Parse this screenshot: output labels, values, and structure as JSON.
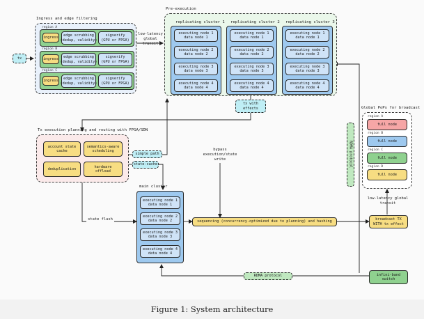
{
  "tx_input": "tx",
  "ingress": {
    "title": "Ingress and edge filtering",
    "regions": [
      {
        "label": "region A",
        "ingress": "ingress",
        "scrub": "edge scrubbing\n(dedup, validity)",
        "sig": "sigverify\n(GPU or FPGA)"
      },
      {
        "label": "region B",
        "ingress": "ingress",
        "scrub": "edge scrubbing\n(dedup, validity)",
        "sig": "sigverify\n(GPU or FPGA)"
      },
      {
        "label": "region C",
        "ingress": "ingress",
        "scrub": "edge scrubbing\n(dedup, validity)",
        "sig": "sigverify\n(GPU or FPGA)"
      }
    ]
  },
  "low_latency_label": "low-latency\nglobal\ntransit",
  "pre_execution": {
    "title": "Pre-execution",
    "clusters": [
      {
        "title": "replicating cluster 1",
        "nodes": [
          "executing node 1\ndata node 1",
          "executing node 2\ndata node 2",
          "executing node 3\ndata node 3",
          "executing node 4\ndata node 4"
        ]
      },
      {
        "title": "replicating cluster 2",
        "nodes": [
          "executing node 1\ndata node 1",
          "executing node 2\ndata node 2",
          "executing node 3\ndata node 3",
          "executing node 4\ndata node 4"
        ]
      },
      {
        "title": "replicating cluster 3",
        "nodes": [
          "executing node 1\ndata node 1",
          "executing node 2\ndata node 2",
          "executing node 3\ndata node 3",
          "executing node 4\ndata node 4"
        ]
      }
    ]
  },
  "tx_with_effects": "tx with\neffects",
  "planning": {
    "title": "Tx execution planning and routing with FPGA/SDN",
    "items": [
      "account state\ncache",
      "semantics-aware\nscheduling",
      "deduplication",
      "hardware\noffload"
    ]
  },
  "simple_path": "simple path",
  "state_cache": "state-cache",
  "bypass_label": "bypass\nexecution/state\nwrite",
  "main_cluster": {
    "title": "main cluster",
    "nodes": [
      "executing node 1\ndata node 1",
      "executing node 2\ndata node 2",
      "executing node 3\ndata node 3",
      "executing node 4\ndata node 4"
    ]
  },
  "state_flush": "state flush",
  "sequencing": "sequencing (concurrency-optimized due to planning) and hashing",
  "rdma_protocol_v": "RDMA protocol",
  "rdma_protocol_h": "RDMA protocol",
  "global_pops": {
    "title": "Global PoPs for broadcast",
    "regions": [
      {
        "label": "region A",
        "node": "full node"
      },
      {
        "label": "region B",
        "node": "full node"
      },
      {
        "label": "region C",
        "node": "full node"
      },
      {
        "label": "region D",
        "node": "full node"
      }
    ]
  },
  "low_latency_global": "low-latency global\ntransit",
  "broadcast": "broadcast TX\nWITH tx effect",
  "infiniband": "infini-band\nswitch",
  "caption": "Figure 1: System architecture",
  "colors": {
    "execution": "#9ec9ef",
    "ingress": "#f7dd82",
    "edge": "#8fd18f",
    "transit": "#bfeef5",
    "group_blue": "#e9f1fb",
    "group_green": "#eaf7ea",
    "group_pink": "#fbeaea"
  }
}
